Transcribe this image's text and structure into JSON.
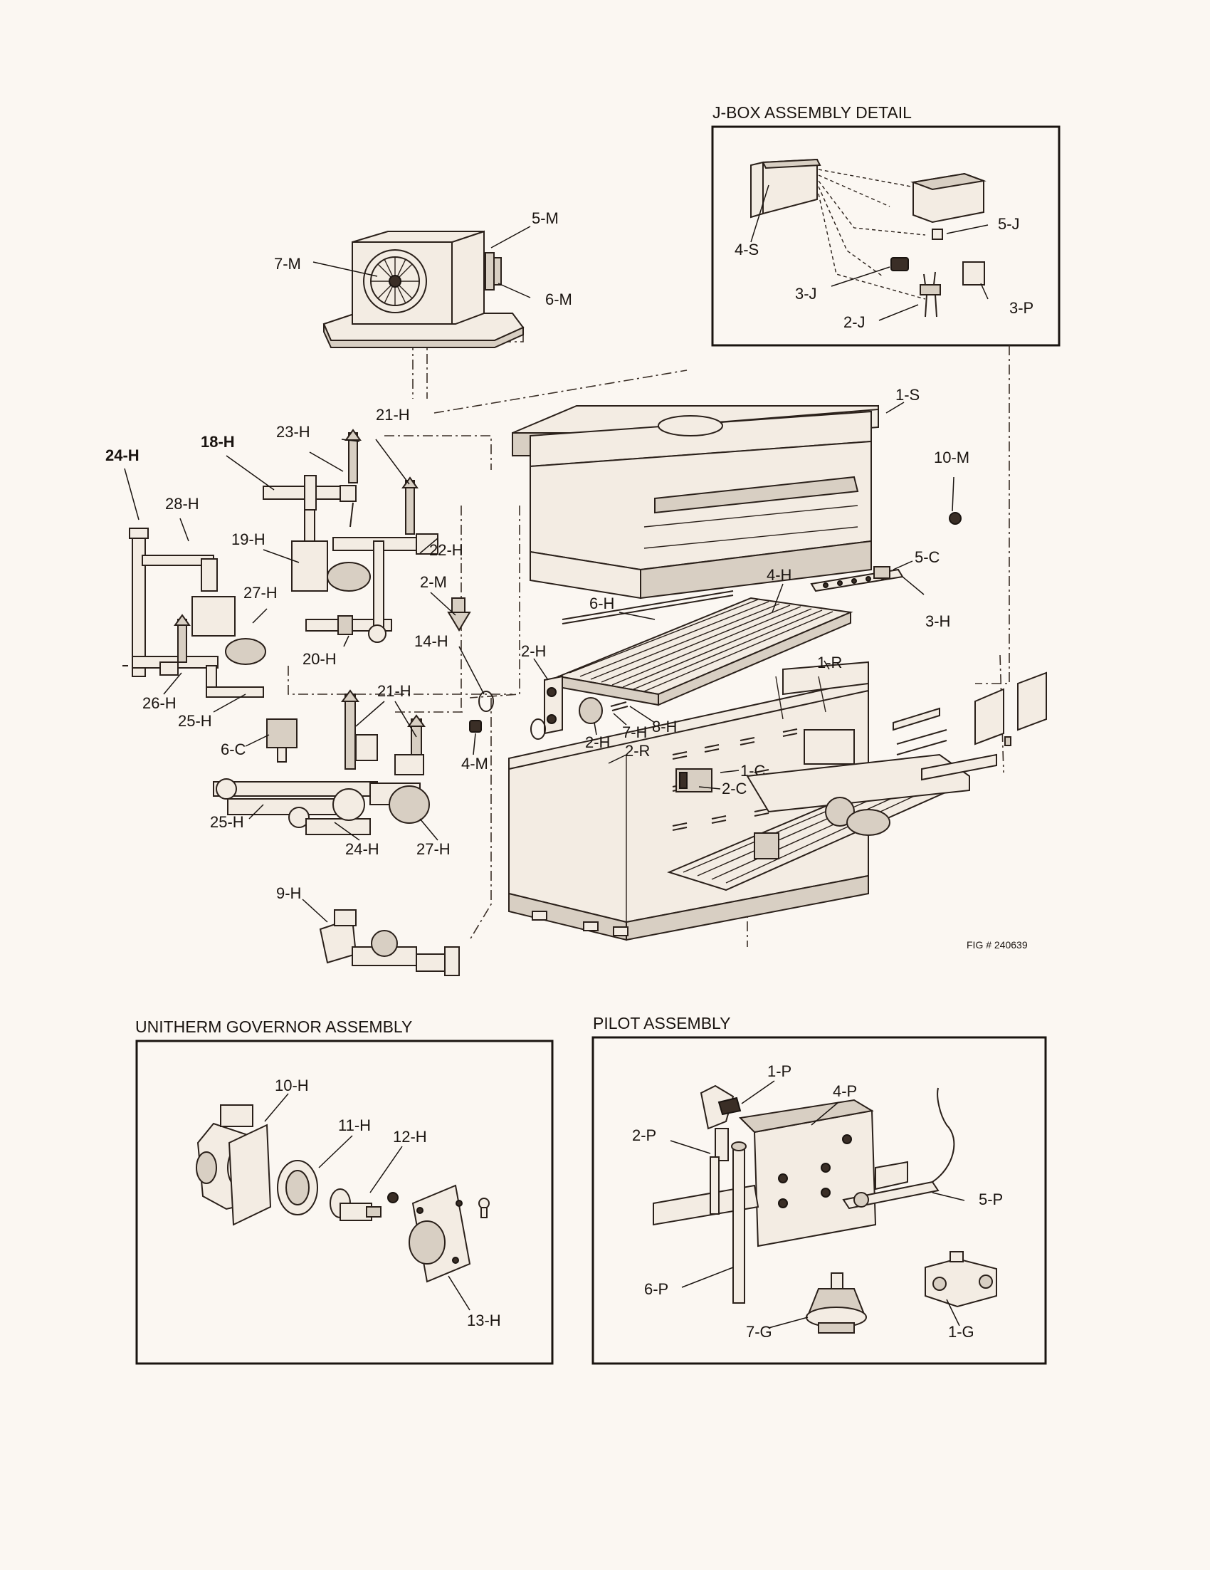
{
  "panels": {
    "jbox_title": "J-BOX ASSEMBLY DETAIL",
    "governor_title": "UNITHERM GOVERNOR ASSEMBLY",
    "pilot_title": "PILOT ASSEMBLY"
  },
  "figure_number": "FIG # 240639",
  "jbox_labels": {
    "l_4S": "4-S",
    "l_5J": "5-J",
    "l_3J": "3-J",
    "l_3P": "3-P",
    "l_2J": "2-J"
  },
  "main_labels": {
    "l_5M": "5-M",
    "l_7M": "7-M",
    "l_6M": "6-M",
    "l_1S": "1-S",
    "l_21H_top": "21-H",
    "l_23H": "23-H",
    "l_18H": "18-H",
    "l_24H_top": "24-H",
    "l_10M": "10-M",
    "l_28H": "28-H",
    "l_22H": "22-H",
    "l_19H": "19-H",
    "l_5C": "5-C",
    "l_4H": "4-H",
    "l_2M": "2-M",
    "l_6H": "6-H",
    "l_3H": "3-H",
    "l_27H_top": "27-H",
    "l_20H": "20-H",
    "l_14H": "14-H",
    "l_2H_top": "2-H",
    "l_1R": "1-R",
    "l_26H": "26-H",
    "l_21H_mid": "21-H",
    "l_25H_top": "25-H",
    "l_2H_mid": "2-H",
    "l_7H": "7-H",
    "l_8H": "8-H",
    "l_2R": "2-R",
    "l_6C": "6-C",
    "l_4M": "4-M",
    "l_1C": "1-C",
    "l_2C": "2-C",
    "l_25H_bot": "25-H",
    "l_24H_bot": "24-H",
    "l_27H_bot": "27-H",
    "l_9H": "9-H"
  },
  "governor_labels": {
    "l_10H": "10-H",
    "l_11H": "11-H",
    "l_12H": "12-H",
    "l_13H": "13-H"
  },
  "pilot_labels": {
    "l_1P": "1-P",
    "l_4P": "4-P",
    "l_2P": "2-P",
    "l_5P": "5-P",
    "l_6P": "6-P",
    "l_7G": "7-G",
    "l_1G": "1-G"
  }
}
